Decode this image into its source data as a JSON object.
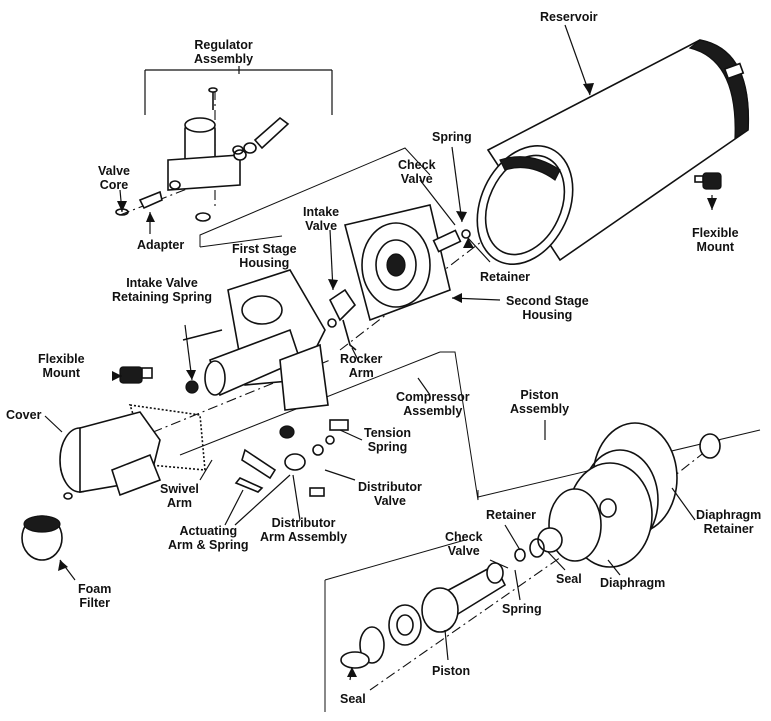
{
  "labels": {
    "reservoir": "Reservoir",
    "regulator_assembly": "Regulator\nAssembly",
    "spring_top": "Spring",
    "check_valve_top": "Check\nValve",
    "valve_core": "Valve\nCore",
    "intake_valve": "Intake\nValve",
    "flexible_mount_right": "Flexible\nMount",
    "adapter": "Adapter",
    "first_stage_housing": "First Stage\nHousing",
    "retainer_top": "Retainer",
    "intake_valve_retaining_spring": "Intake Valve\nRetaining Spring",
    "second_stage_housing": "Second Stage\nHousing",
    "flexible_mount_left": "Flexible\nMount",
    "rocker_arm": "Rocker\nArm",
    "compressor_assembly": "Compressor\nAssembly",
    "piston_assembly": "Piston\nAssembly",
    "cover": "Cover",
    "tension_spring": "Tension\nSpring",
    "swivel_arm": "Swivel\nArm",
    "distributor_valve": "Distributor\nValve",
    "retainer_piston": "Retainer",
    "diaphragm_retainer": "Diaphragm\nRetainer",
    "actuating_arm_spring": "Actuating\nArm & Spring",
    "distributor_arm_assembly": "Distributor\nArm Assembly",
    "check_valve_piston": "Check\nValve",
    "seal_right": "Seal",
    "diaphragm": "Diaphragm",
    "foam_filter": "Foam\nFilter",
    "spring_piston": "Spring",
    "piston": "Piston",
    "seal_bottom": "Seal"
  }
}
